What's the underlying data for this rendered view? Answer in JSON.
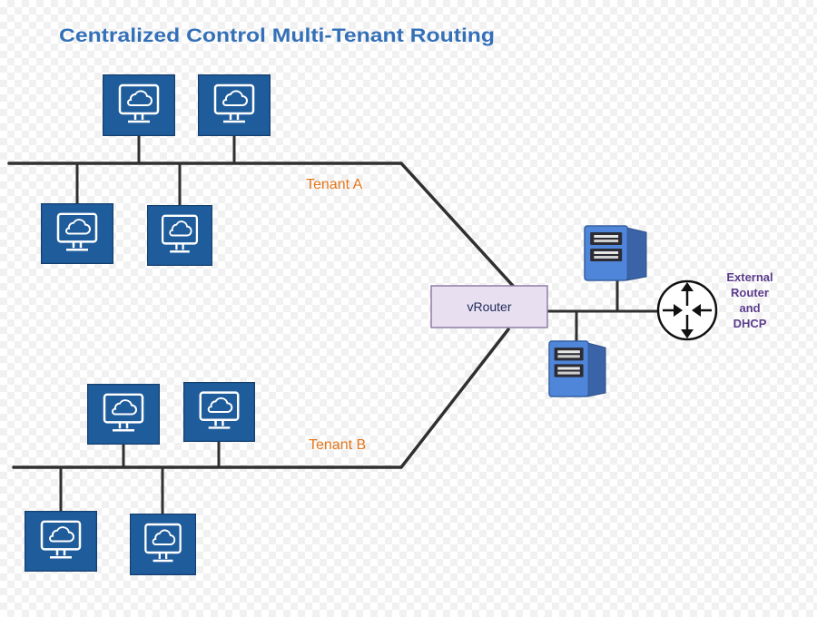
{
  "title": "Centralized Control Multi-Tenant Routing",
  "tenants": [
    {
      "label": "Tenant A"
    },
    {
      "label": "Tenant B"
    }
  ],
  "vrouter": {
    "label": "vRouter"
  },
  "external": {
    "lines": [
      "External",
      "Router",
      "and",
      "DHCP"
    ]
  },
  "icons": {
    "host": "cloud-monitor-icon",
    "server": "server-tower-icon",
    "router": "router-icon"
  },
  "colors": {
    "title": "#3370b8",
    "tenant_label": "#e4761b",
    "host_tile": "#1f5c9c",
    "vrouter_fill": "#e8dff0",
    "vrouter_border": "#8f7fa5",
    "external_label": "#5b3c8c",
    "server": "#4f86d9",
    "connector": "#303030"
  }
}
